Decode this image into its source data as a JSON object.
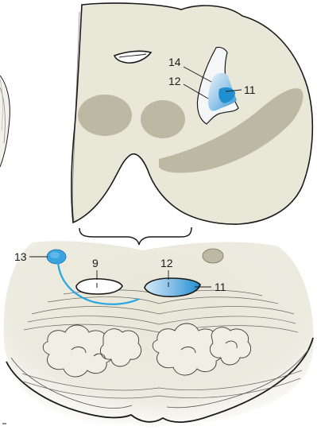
{
  "labels": {
    "l14_top": "14",
    "l12_top": "12",
    "l11_top": "11",
    "l13_bottom": "13",
    "l9_bottom": "9",
    "l12_bottom": "12",
    "l11_bottom": "11"
  },
  "colors": {
    "tissue": "#e9e7d8",
    "tissue_shadow": "#c9c5b0",
    "white_matter": "#b9b6a2",
    "nucleus_light": "#cfe6f5",
    "nucleus_mid": "#8fc3e8",
    "nucleus_dark": "#1e8fd0",
    "fiber": "#29a6e0",
    "outline": "#1a1a1a"
  },
  "icons": {
    "left_edge_partial": "partial-structure-edge"
  }
}
